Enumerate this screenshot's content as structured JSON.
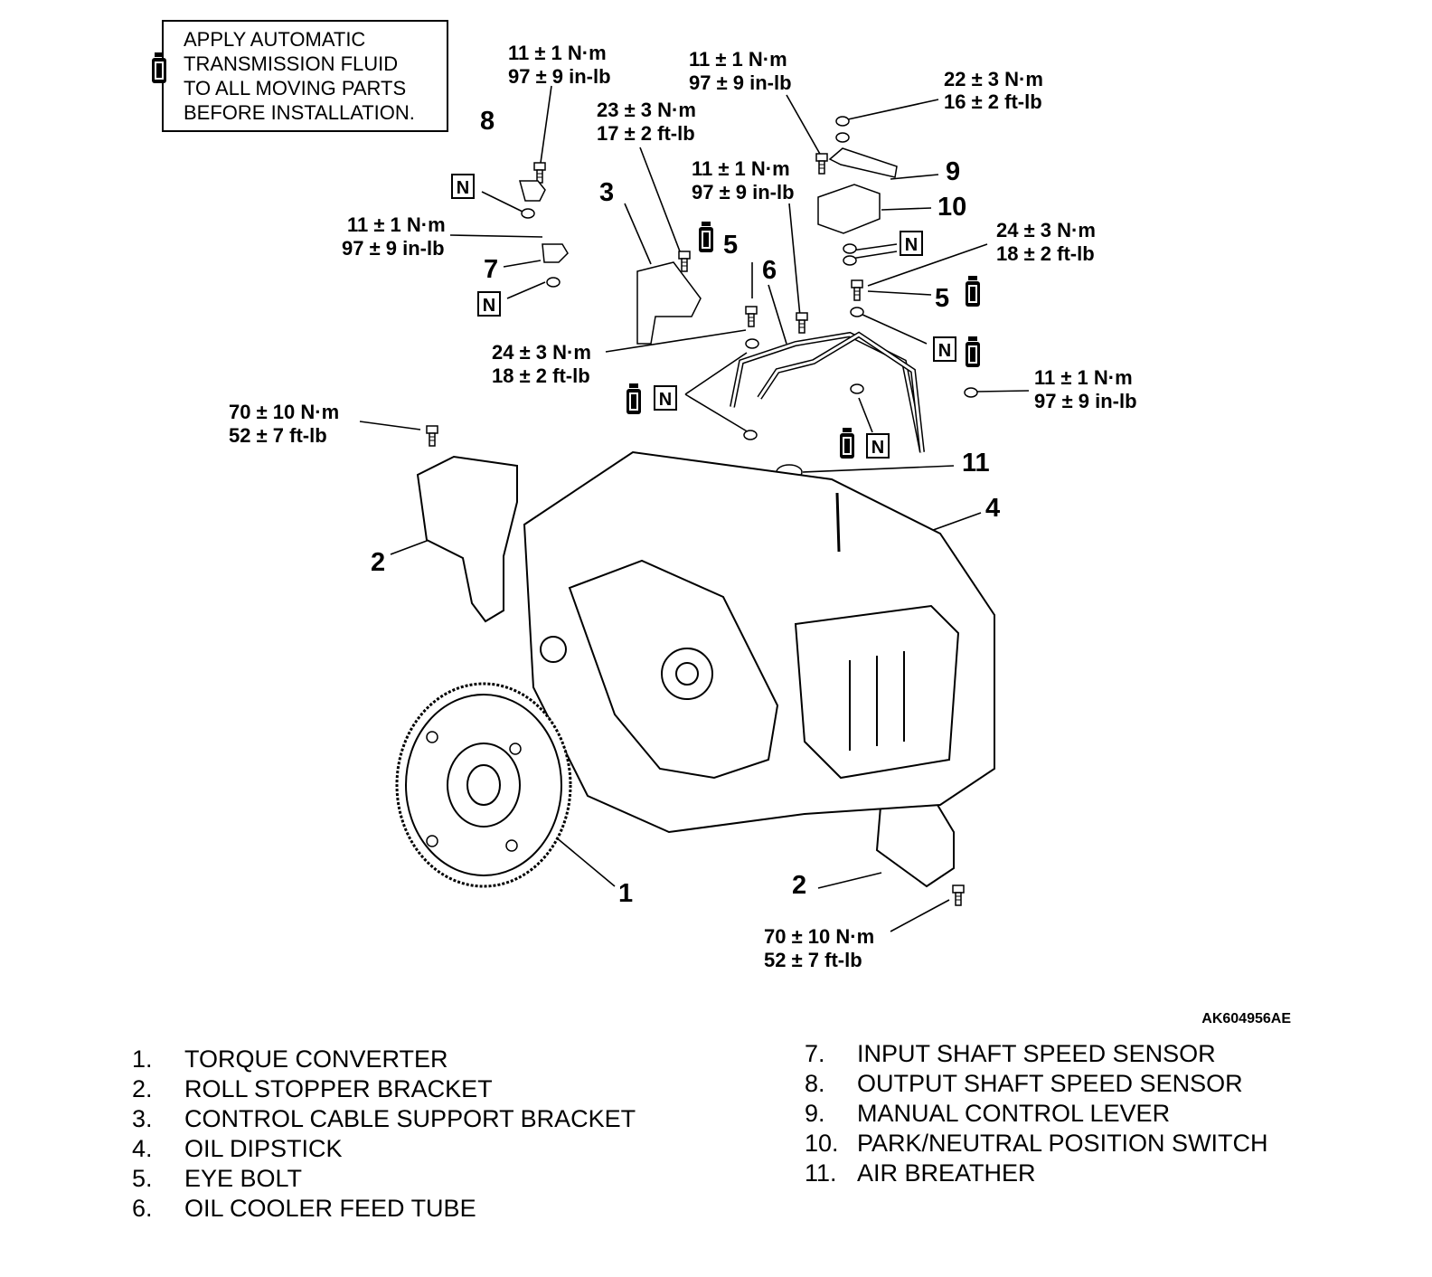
{
  "note": {
    "lines": [
      "APPLY AUTOMATIC",
      "TRANSMISSION FLUID",
      "TO ALL MOVING PARTS",
      "BEFORE INSTALLATION."
    ]
  },
  "torque_specs": [
    {
      "metric": "11 ± 1 N·m",
      "imperial": "97 ± 9 in-lb"
    },
    {
      "metric": "11 ± 1 N·m",
      "imperial": "97 ± 9 in-lb"
    },
    {
      "metric": "22 ± 3 N·m",
      "imperial": "16 ± 2 ft-lb"
    },
    {
      "metric": "23 ± 3 N·m",
      "imperial": "17 ± 2 ft-lb"
    },
    {
      "metric": "11 ± 1 N·m",
      "imperial": "97 ± 9 in-lb"
    },
    {
      "metric": "11 ± 1 N·m",
      "imperial": "97 ± 9 in-lb"
    },
    {
      "metric": "24 ± 3 N·m",
      "imperial": "18 ± 2 ft-lb"
    },
    {
      "metric": "24 ± 3 N·m",
      "imperial": "18 ± 2 ft-lb"
    },
    {
      "metric": "11 ± 1 N·m",
      "imperial": "97 ± 9 in-lb"
    },
    {
      "metric": "70 ± 10 N·m",
      "imperial": "52 ± 7 ft-lb"
    },
    {
      "metric": "70 ± 10 N·m",
      "imperial": "52 ± 7 ft-lb"
    }
  ],
  "callouts": [
    "8",
    "3",
    "6",
    "7",
    "9",
    "10",
    "5",
    "5",
    "11",
    "4",
    "2",
    "1",
    "2"
  ],
  "replace_mark": "N",
  "figure_code": "AK604956AE",
  "legend": [
    {
      "num": "1.",
      "label": "TORQUE CONVERTER"
    },
    {
      "num": "2.",
      "label": "ROLL STOPPER BRACKET"
    },
    {
      "num": "3.",
      "label": "CONTROL CABLE SUPPORT BRACKET"
    },
    {
      "num": "4.",
      "label": "OIL DIPSTICK"
    },
    {
      "num": "5.",
      "label": "EYE BOLT"
    },
    {
      "num": "6.",
      "label": "OIL COOLER FEED TUBE"
    },
    {
      "num": "7.",
      "label": "INPUT SHAFT SPEED SENSOR"
    },
    {
      "num": "8.",
      "label": "OUTPUT SHAFT SPEED SENSOR"
    },
    {
      "num": "9.",
      "label": "MANUAL CONTROL LEVER"
    },
    {
      "num": "10.",
      "label": "PARK/NEUTRAL POSITION SWITCH"
    },
    {
      "num": "11.",
      "label": "AIR BREATHER"
    }
  ]
}
